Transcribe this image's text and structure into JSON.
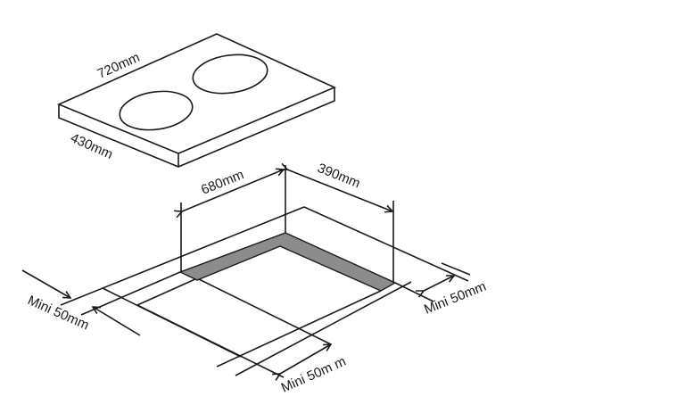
{
  "hob": {
    "width_label": "720mm",
    "depth_label": "430mm"
  },
  "cutout": {
    "width_label": "680mm",
    "depth_label": "390mm",
    "clearance_left": "Mini 50mm",
    "clearance_right": "Mini 50mm",
    "clearance_front": "Mini 50m m"
  },
  "colors": {
    "line": "#1a1a1a",
    "shading": "#8c8c8c"
  }
}
